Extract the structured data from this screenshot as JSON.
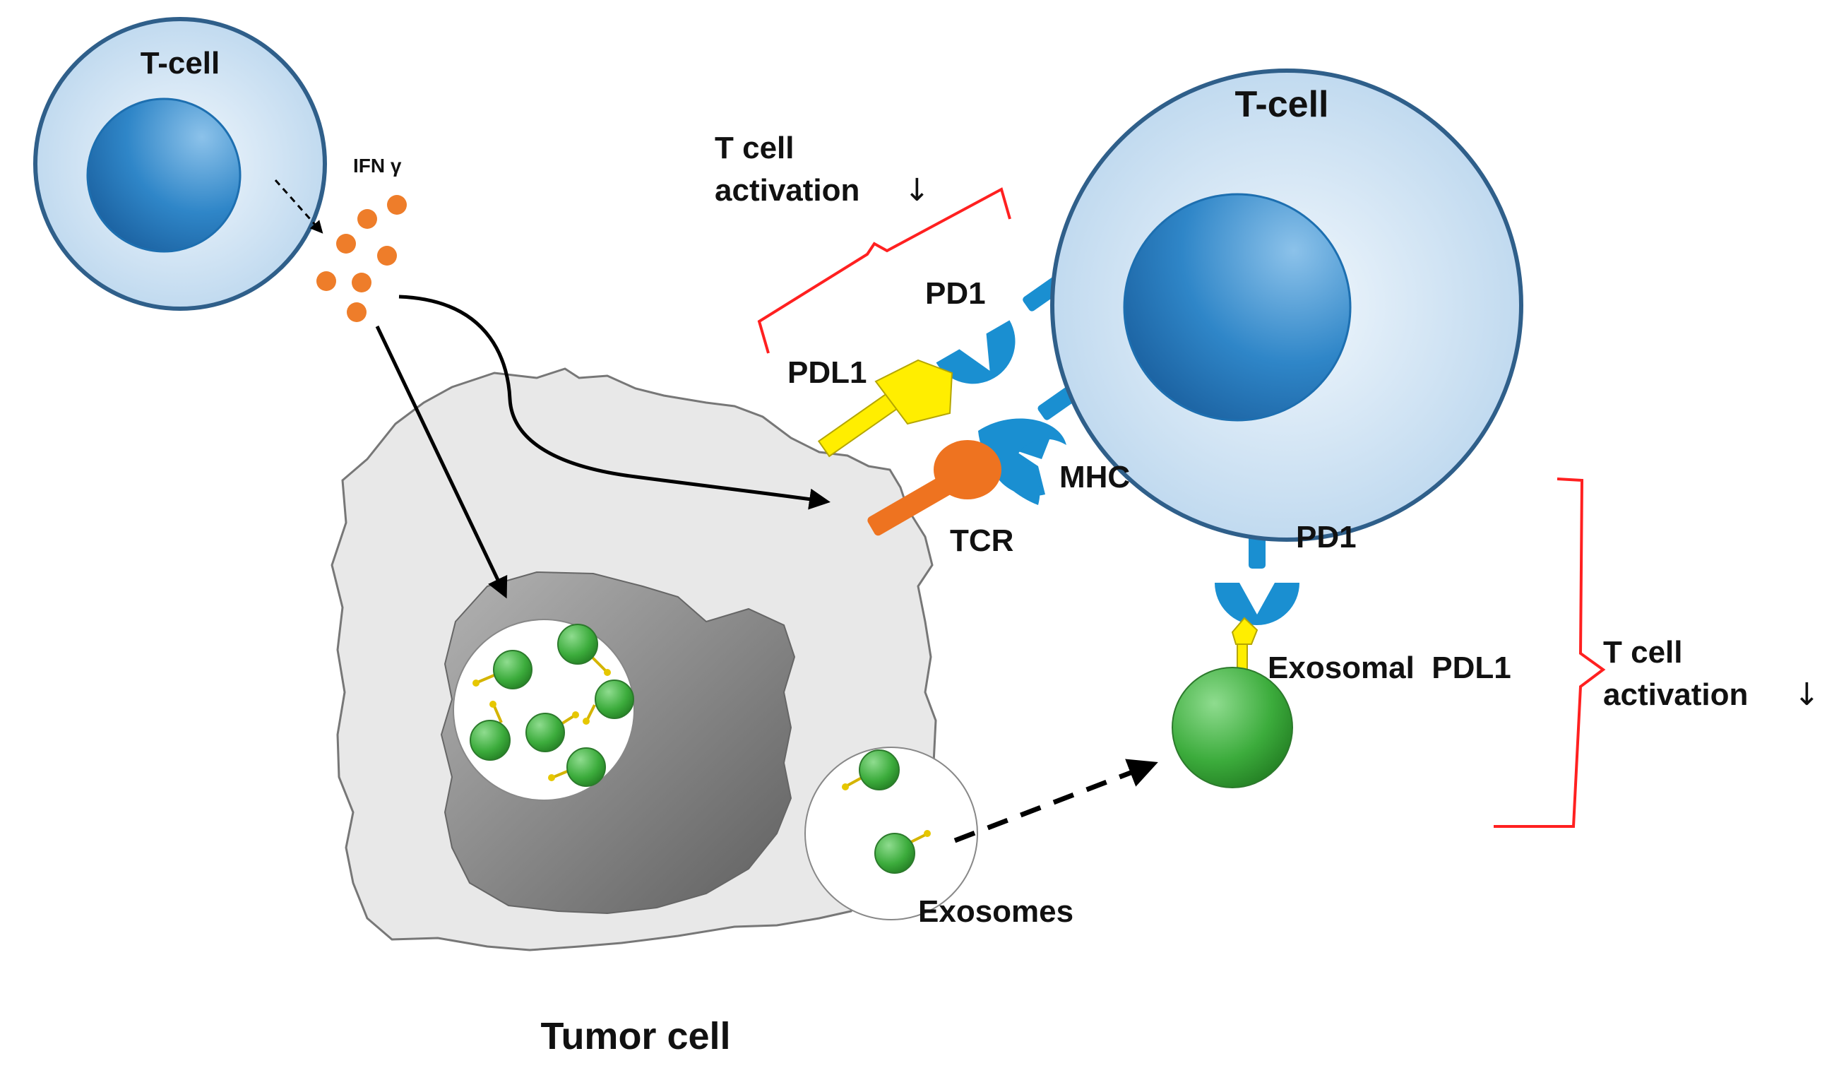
{
  "labels": {
    "tcell_left": "T-cell",
    "tcell_right": "T-cell",
    "ifn": "IFN γ",
    "activation_top_line1": "T cell",
    "activation_top_line2": "activation",
    "activation_top_arrow": "↓",
    "pd1_top": "PD1",
    "pdl1": "PDL1",
    "mhc": "MHC",
    "tcr": "TCR",
    "pd1_bottom": "PD1",
    "exosomal_pdl1": "Exosomal  PDL1",
    "activation_right_line1": "T cell",
    "activation_right_line2": "activation",
    "activation_right_arrow": "↓",
    "exosomes": "Exosomes",
    "tumor_cell": "Tumor cell"
  },
  "colors": {
    "tcell_fill": "#d3e6f6",
    "tcell_outline": "#2f5f8a",
    "nucleus": "#2b7cc0",
    "ifn_dot": "#ee7d2a",
    "pdl1": "#ffee00",
    "pd1": "#1a8fd1",
    "tcr": "#ee7320",
    "bracket": "#ff2020",
    "exosome": "#3dae3d",
    "tumor_fill": "#e6e6e6",
    "tumor_nucleus": "#8a8a8a"
  }
}
